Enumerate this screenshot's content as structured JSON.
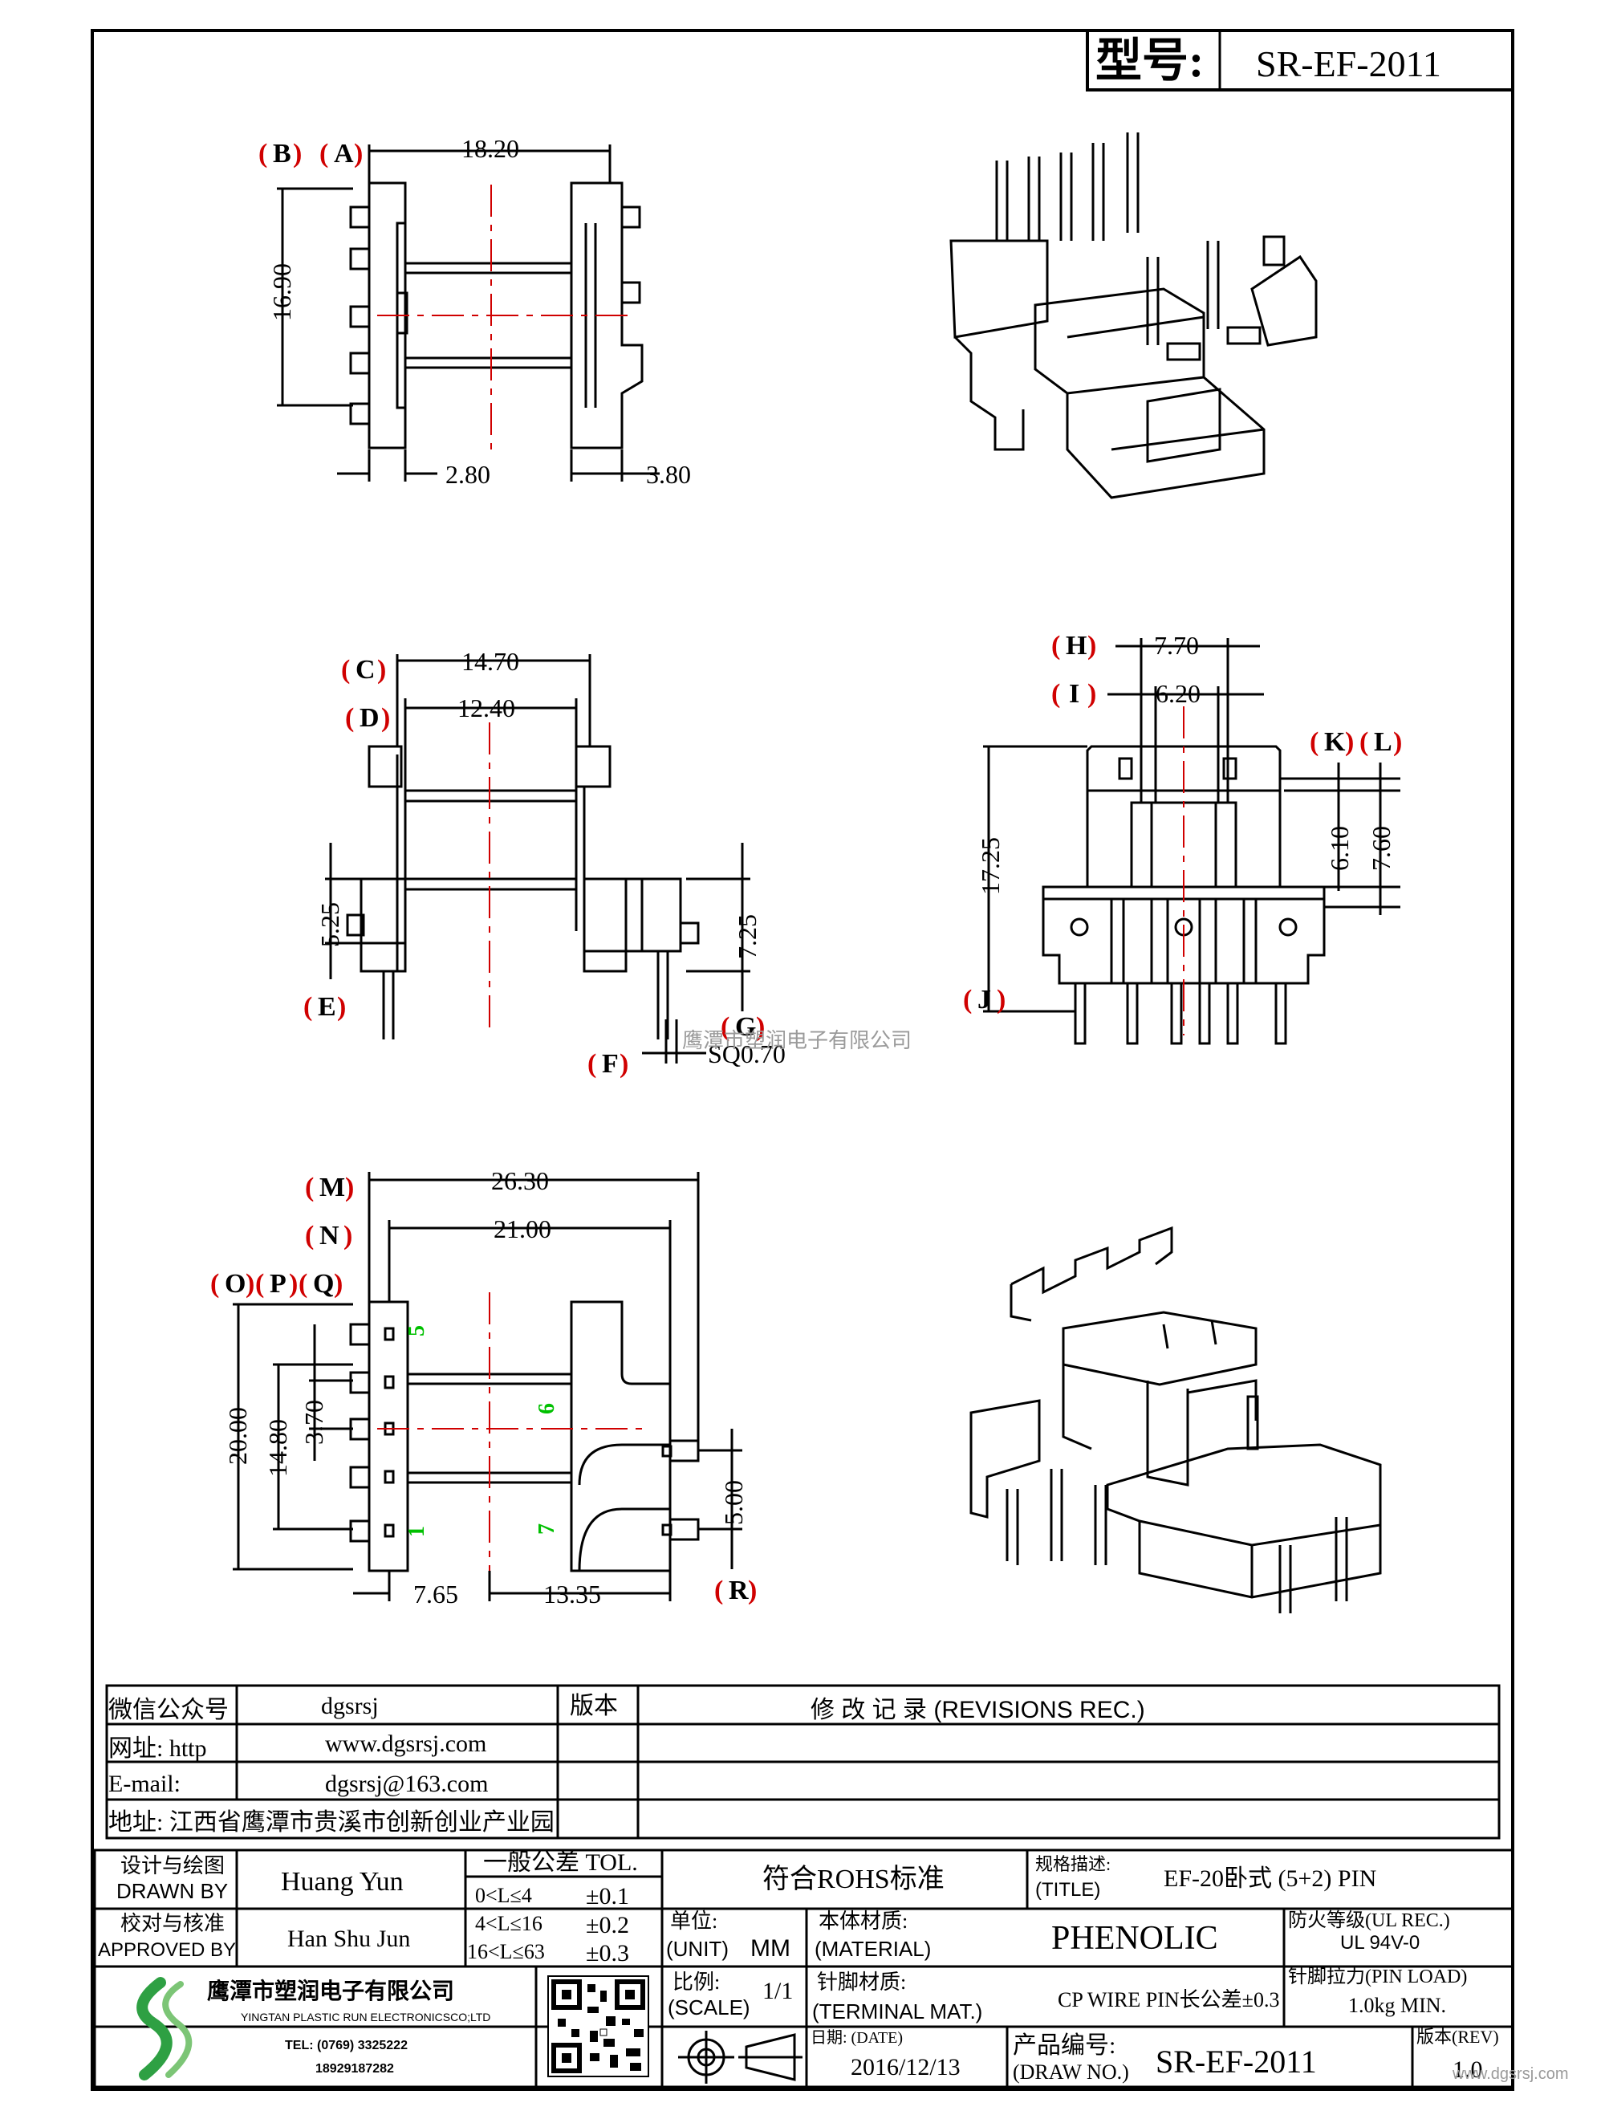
{
  "header": {
    "model_label": "型号:",
    "model_value": "SR-EF-2011"
  },
  "views": {
    "top": {
      "dim_width": "18.20",
      "dim_height": "16.90",
      "dim_left": "2.80",
      "dim_right": "3.80",
      "label_a": "A",
      "label_b": "B"
    },
    "front": {
      "dim_outer": "14.70",
      "dim_inner": "12.40",
      "dim_left": "5.25",
      "dim_right": "7.25",
      "dim_pin": "SQ0.70",
      "label_c": "C",
      "label_d": "D",
      "label_e": "E",
      "label_f": "F",
      "label_g": "G"
    },
    "side": {
      "dim_outer": "7.70",
      "dim_inner": "6.20",
      "dim_height": "17.25",
      "dim_mid1": "6.10",
      "dim_mid2": "7.60",
      "label_h": "H",
      "label_i": "I",
      "label_j": "J",
      "label_k": "K",
      "label_l": "L"
    },
    "bottom": {
      "dim_total": "26.30",
      "dim_body": "21.00",
      "dim_h1": "20.00",
      "dim_h2": "14.80",
      "dim_h3": "3.70",
      "dim_b1": "7.65",
      "dim_b2": "13.35",
      "dim_r": "5.00",
      "label_m": "M",
      "label_n": "N",
      "label_o": "O",
      "label_p": "P",
      "label_q": "Q",
      "label_r": "R",
      "pin5": "5",
      "pin6": "6",
      "pin1": "1",
      "pin7": "7"
    }
  },
  "watermark": "鹰潭市塑润电子有限公司",
  "info": {
    "wechat_label": "微信公众号",
    "wechat_value": "dgsrsj",
    "web_label": "网址: http",
    "web_value": "www.dgsrsj.com",
    "email_label": "E-mail:",
    "email_value": "dgsrsj@163.com",
    "addr": "地址: 江西省鹰潭市贵溪市创新创业产业园",
    "version_label": "版本",
    "revisions": "修 改 记 录  (REVISIONS REC.)"
  },
  "title_block": {
    "drawn_cn": "设计与绘图",
    "drawn_en": "DRAWN BY",
    "drawn_name": "Huang Yun",
    "approved_cn": "校对与核准",
    "approved_en": "APPROVED BY",
    "approved_name": "Han Shu Jun",
    "tol_label": "一般公差 TOL.",
    "tol_rows": [
      {
        "range": "0<L≤4",
        "value": "±0.1"
      },
      {
        "range": "4<L≤16",
        "value": "±0.2"
      },
      {
        "range": "16<L≤63",
        "value": "±0.3"
      }
    ],
    "rohs": "符合ROHS标准",
    "title_cn": "规格描述:",
    "title_en": "(TITLE)",
    "title_value": "EF-20卧式 (5+2) PIN",
    "unit_cn": "单位:",
    "unit_en": "(UNIT)",
    "unit_value": "MM",
    "material_cn": "本体材质:",
    "material_en": "(MATERIAL)",
    "material_value": "PHENOLIC",
    "fire_cn": "防火等级(UL REC.)",
    "fire_value": "UL 94V-0",
    "scale_cn": "比例:",
    "scale_en": "(SCALE)",
    "scale_value": "1/1",
    "terminal_cn": "针脚材质:",
    "terminal_en": "(TERMINAL MAT.)",
    "terminal_value": "CP WIRE  PIN长公差±0.3",
    "pinload_cn": "针脚拉力(PIN LOAD)",
    "pinload_value": "1.0kg MIN.",
    "date_label": "日期: (DATE)",
    "date_value": "2016/12/13",
    "drawno_cn": "产品编号:",
    "drawno_en": "(DRAW NO.)",
    "drawno_value": "SR-EF-2011",
    "rev_label": "版本(REV)",
    "rev_value": "1.0",
    "company_cn": "鹰潭市塑润电子有限公司",
    "company_en": "YINGTAN PLASTIC RUN ELECTRONICSCO;LTD",
    "tel": "TEL: (0769) 3325222",
    "mobile": "18929187282",
    "site_mark": "www.dgsrsj.com"
  }
}
